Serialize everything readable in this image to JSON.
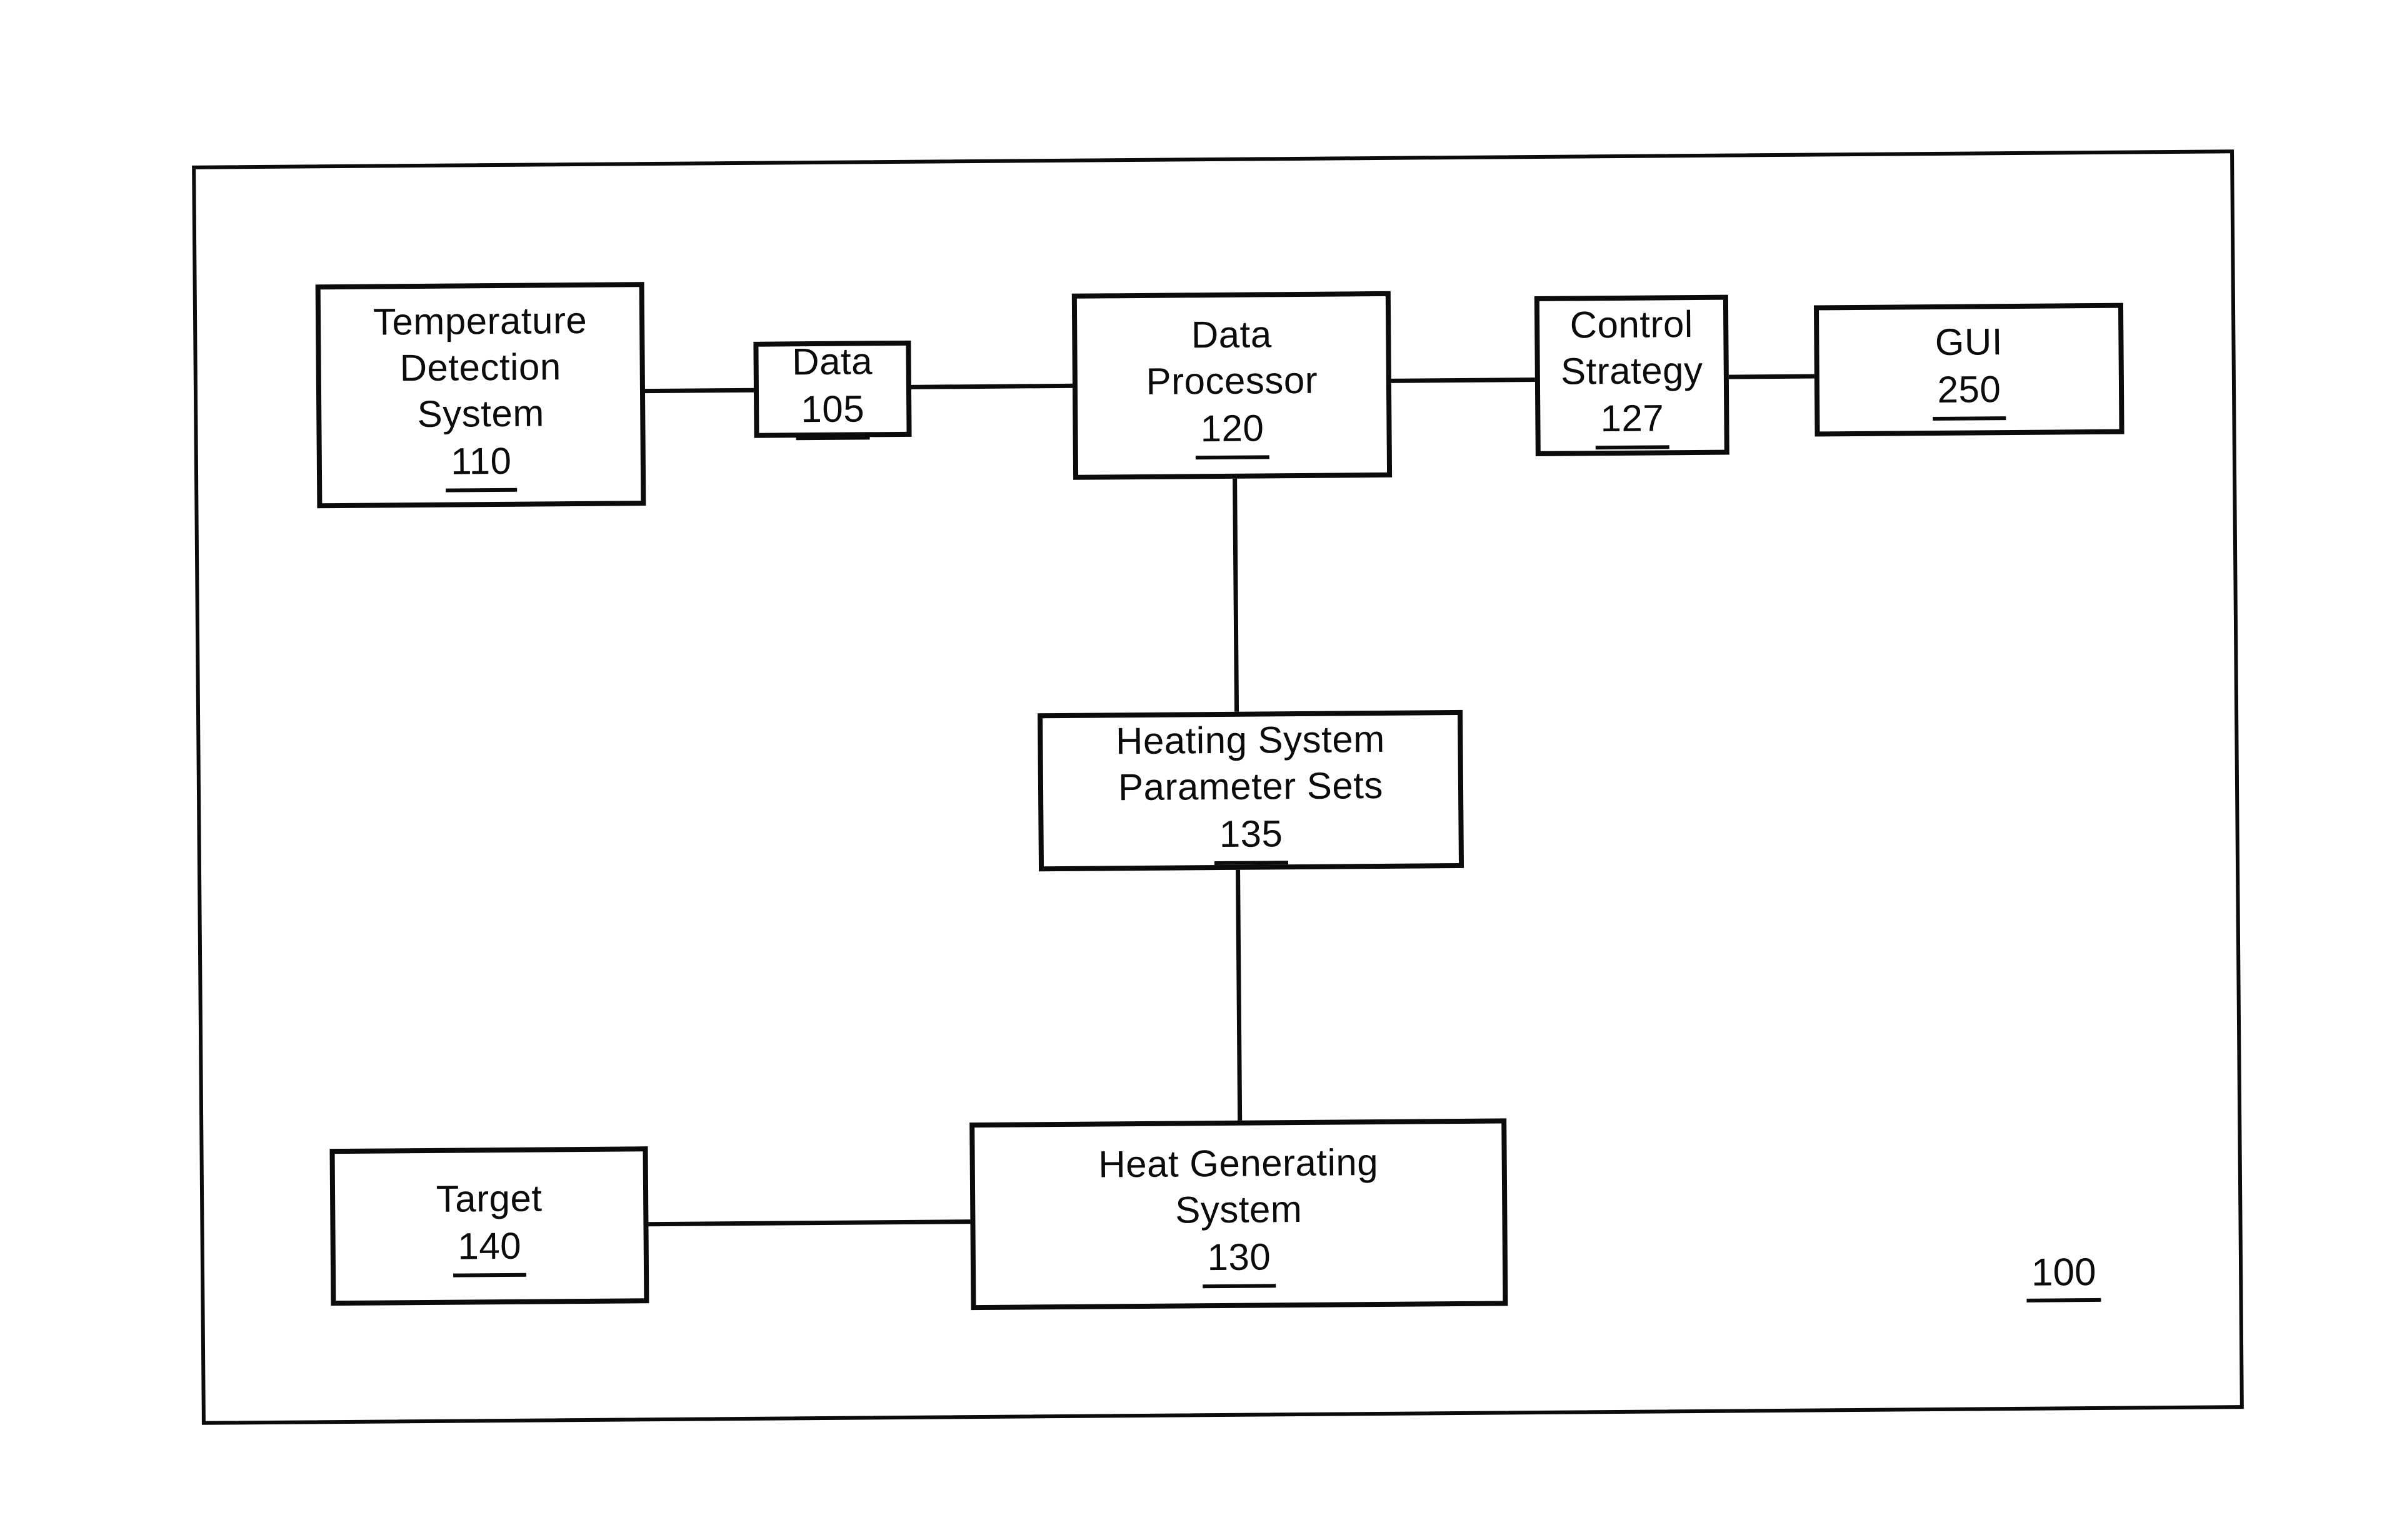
{
  "figure": {
    "reference_label": "100",
    "colors": {
      "ink": "#0b0b0b",
      "paper": "#ffffff"
    },
    "blocks": [
      {
        "id": "temperature-detection-system",
        "lines": [
          "Temperature",
          "Detection",
          "System"
        ],
        "ref": "110"
      },
      {
        "id": "data",
        "lines": [
          "Data"
        ],
        "ref": "105"
      },
      {
        "id": "data-processor",
        "lines": [
          "Data",
          "Processor"
        ],
        "ref": "120"
      },
      {
        "id": "control-strategy",
        "lines": [
          "Control",
          "Strategy"
        ],
        "ref": "127"
      },
      {
        "id": "gui",
        "lines": [
          "GUI"
        ],
        "ref": "250"
      },
      {
        "id": "heating-system-parameter-sets",
        "lines": [
          "Heating System",
          "Parameter Sets"
        ],
        "ref": "135"
      },
      {
        "id": "heat-generating-system",
        "lines": [
          "Heat Generating",
          "System"
        ],
        "ref": "130"
      },
      {
        "id": "target",
        "lines": [
          "Target"
        ],
        "ref": "140"
      }
    ],
    "connections": [
      {
        "from": "110",
        "to": "105"
      },
      {
        "from": "105",
        "to": "120"
      },
      {
        "from": "120",
        "to": "127"
      },
      {
        "from": "127",
        "to": "250"
      },
      {
        "from": "120",
        "to": "135"
      },
      {
        "from": "135",
        "to": "130"
      },
      {
        "from": "140",
        "to": "130"
      }
    ]
  }
}
